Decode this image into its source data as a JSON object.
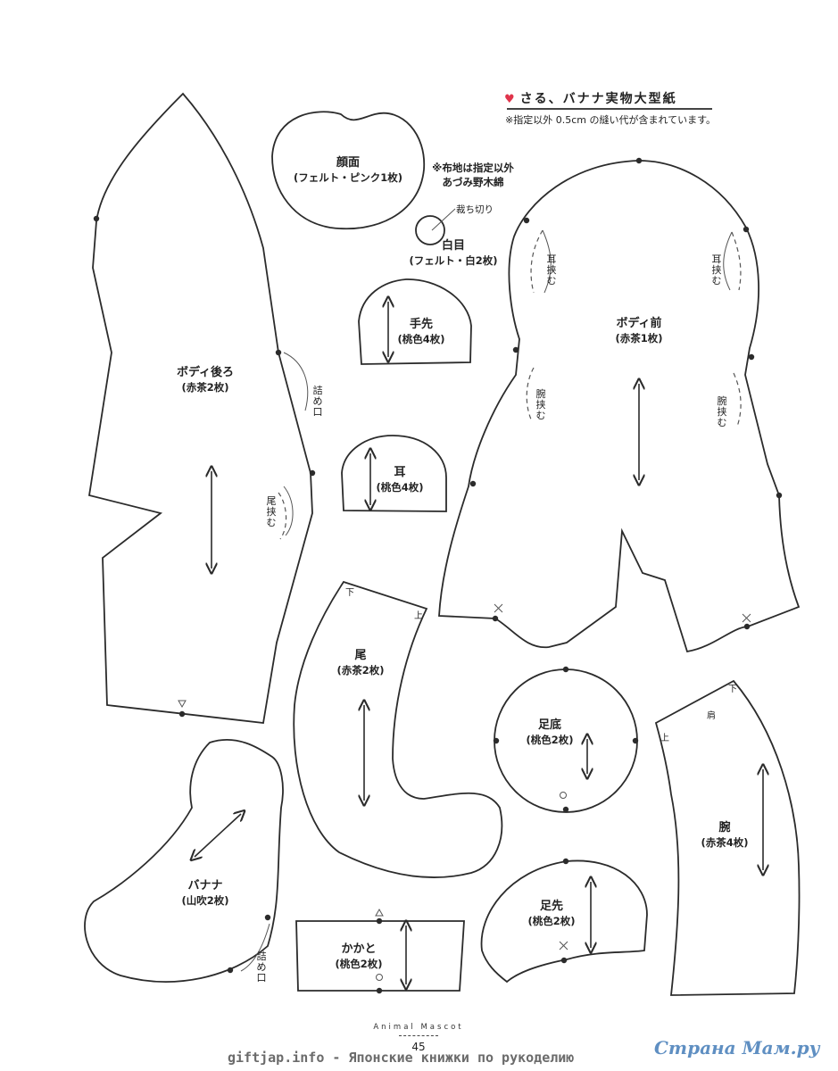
{
  "header": {
    "title": "さる、バナナ実物大型紙",
    "note": "※指定以外 0.5cm の縫い代が含まれています。",
    "fabric_note_line1": "※布地は指定以外",
    "fabric_note_line2": "あづみ野木綿"
  },
  "pieces": {
    "face": {
      "name": "顔面",
      "detail": "(フェルト・ピンク1枚)"
    },
    "eye": {
      "name": "白目",
      "detail": "(フェルト・白2枚)",
      "cut_note": "裁ち切り"
    },
    "hand": {
      "name": "手先",
      "detail": "(桃色4枚)"
    },
    "ear": {
      "name": "耳",
      "detail": "(桃色4枚)"
    },
    "body_back": {
      "name": "ボディ後ろ",
      "detail": "(赤茶2枚)",
      "stuff_opening": "詰め口",
      "tail_insert": "尾挟む"
    },
    "body_front": {
      "name": "ボディ前",
      "detail": "(赤茶1枚)",
      "ear_insert": "耳挟む",
      "arm_insert": "腕挟む"
    },
    "tail": {
      "name": "尾",
      "detail": "(赤茶2枚)",
      "mark_bottom": "下",
      "mark_top": "上"
    },
    "sole": {
      "name": "足底",
      "detail": "(桃色2枚)"
    },
    "arm": {
      "name": "腕",
      "detail": "(赤茶4枚)",
      "mark_bottom": "下",
      "mark_shoulder": "肩",
      "mark_top": "上"
    },
    "banana": {
      "name": "バナナ",
      "detail": "(山吹2枚)",
      "stuff_opening": "詰め口"
    },
    "heel": {
      "name": "かかと",
      "detail": "(桃色2枚)"
    },
    "toe": {
      "name": "足先",
      "detail": "(桃色2枚)"
    }
  },
  "footer": {
    "brand": "Animal Mascot",
    "page_number": "45",
    "watermark_left": "giftjap.info - Японские книжки по рукоделию",
    "watermark_right": "Страна Мам.ру"
  },
  "colors": {
    "line": "#2b2b2b",
    "heart": "#e0344b",
    "watermark_right": "#5f8fc2"
  },
  "icons": [
    "heart-icon",
    "grain-arrow-icon",
    "notch-dot-icon",
    "triangle-mark-icon",
    "circle-mark-icon",
    "cross-mark-icon"
  ]
}
